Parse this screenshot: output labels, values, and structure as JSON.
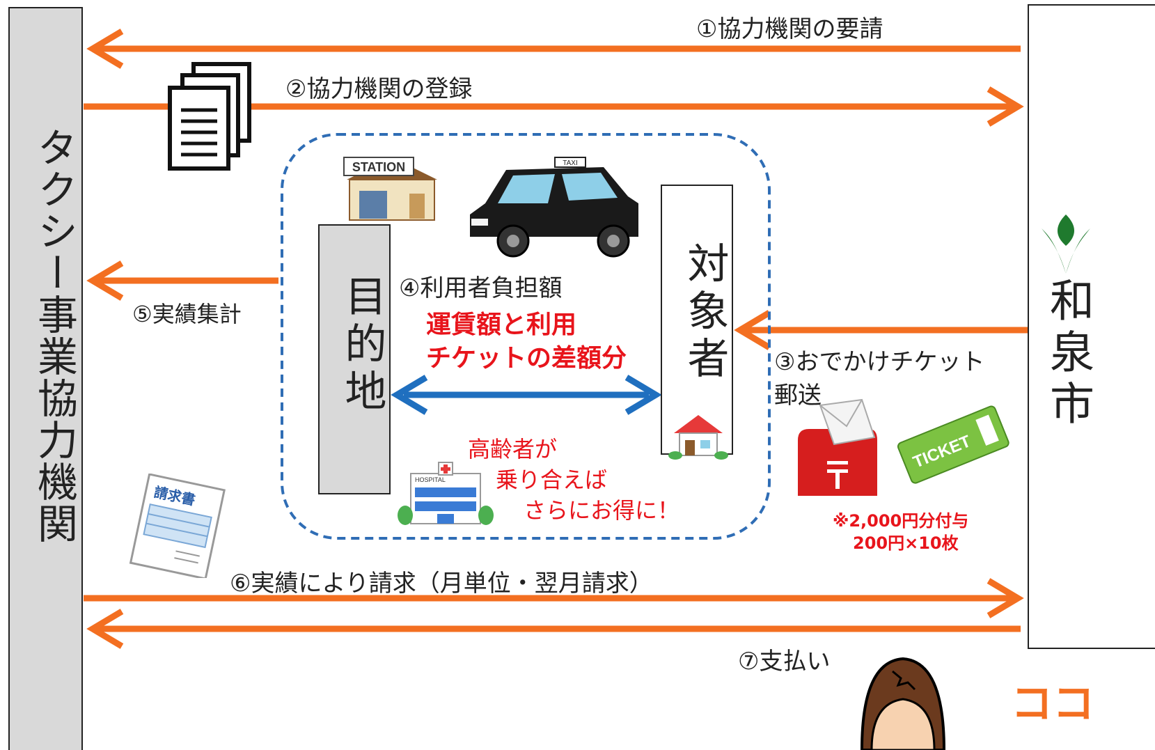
{
  "left_entity": {
    "label": "タクシー事業協力機関"
  },
  "right_entity": {
    "label": "和泉市"
  },
  "destination": {
    "label": "目的地"
  },
  "target_person": {
    "label": "対象者"
  },
  "flows": {
    "step1": "①協力機関の要請",
    "step2": "②協力機関の登録",
    "step3_line1": "③おでかけチケット",
    "step3_line2": "郵送",
    "step4": "④利用者負担額",
    "step4_detail_line1": "運賃額と利用",
    "step4_detail_line2": "チケットの差額分",
    "step5": "⑤実績集計",
    "step6": "⑥実績により請求（月単位・翌月請求）",
    "step7": "⑦支払い"
  },
  "elderly_note": {
    "line1": "高齢者が",
    "line2": "乗り合えば",
    "line3": "さらにお得に！"
  },
  "ticket_note": {
    "line1": "※2,000円分付与",
    "line2": "200円×10枚"
  },
  "icons": {
    "station_sign": "STATION",
    "taxi_sign": "TAXI",
    "hospital_sign": "HOSPITAL",
    "ticket_text": "TICKET",
    "invoice_text": "請求書",
    "corner_text": "ココ"
  },
  "colors": {
    "arrow": "#f36f21",
    "blue_arrow": "#1f6fbf",
    "dashed": "#2f6db5",
    "red": "#e8141b",
    "gray_box": "#d9d9d9"
  }
}
